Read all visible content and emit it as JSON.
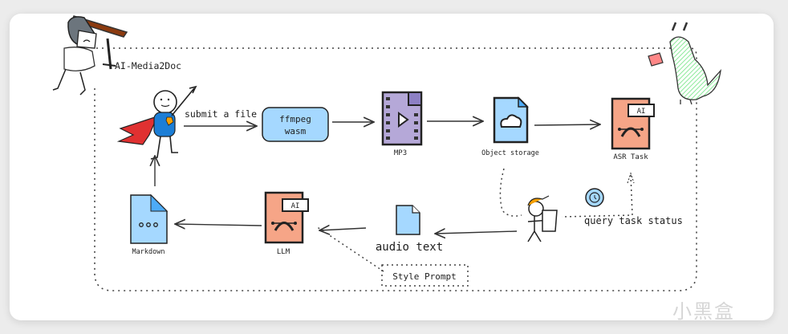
{
  "diagram": {
    "title": "AI-Media2Doc",
    "nodes": {
      "user": {
        "label": ""
      },
      "ffmpeg": {
        "line1": "ffmpeg",
        "line2": "wasm"
      },
      "mp3": {
        "label": "MP3"
      },
      "storage": {
        "label": "Object storage"
      },
      "asr": {
        "label": "ASR Task",
        "badge": "AI"
      },
      "worker": {
        "label": ""
      },
      "audio_text": {
        "label": "audio text"
      },
      "llm": {
        "label": "LLM",
        "badge": "AI"
      },
      "markdown": {
        "label": "Markdown"
      },
      "style_prompt": {
        "label": "Style Prompt"
      },
      "query_status": {
        "label": "query task status"
      }
    },
    "edges": {
      "submit": {
        "label": "submit a file"
      }
    },
    "colors": {
      "blue_fill": "#a5d8ff",
      "purple_fill": "#b5a8d8",
      "orange_fill": "#f6a587",
      "cape_red": "#e03131",
      "cap_orange": "#f59f00",
      "dragon_green": "#8ce99a"
    }
  },
  "watermark": {
    "text": "小黑盒"
  }
}
